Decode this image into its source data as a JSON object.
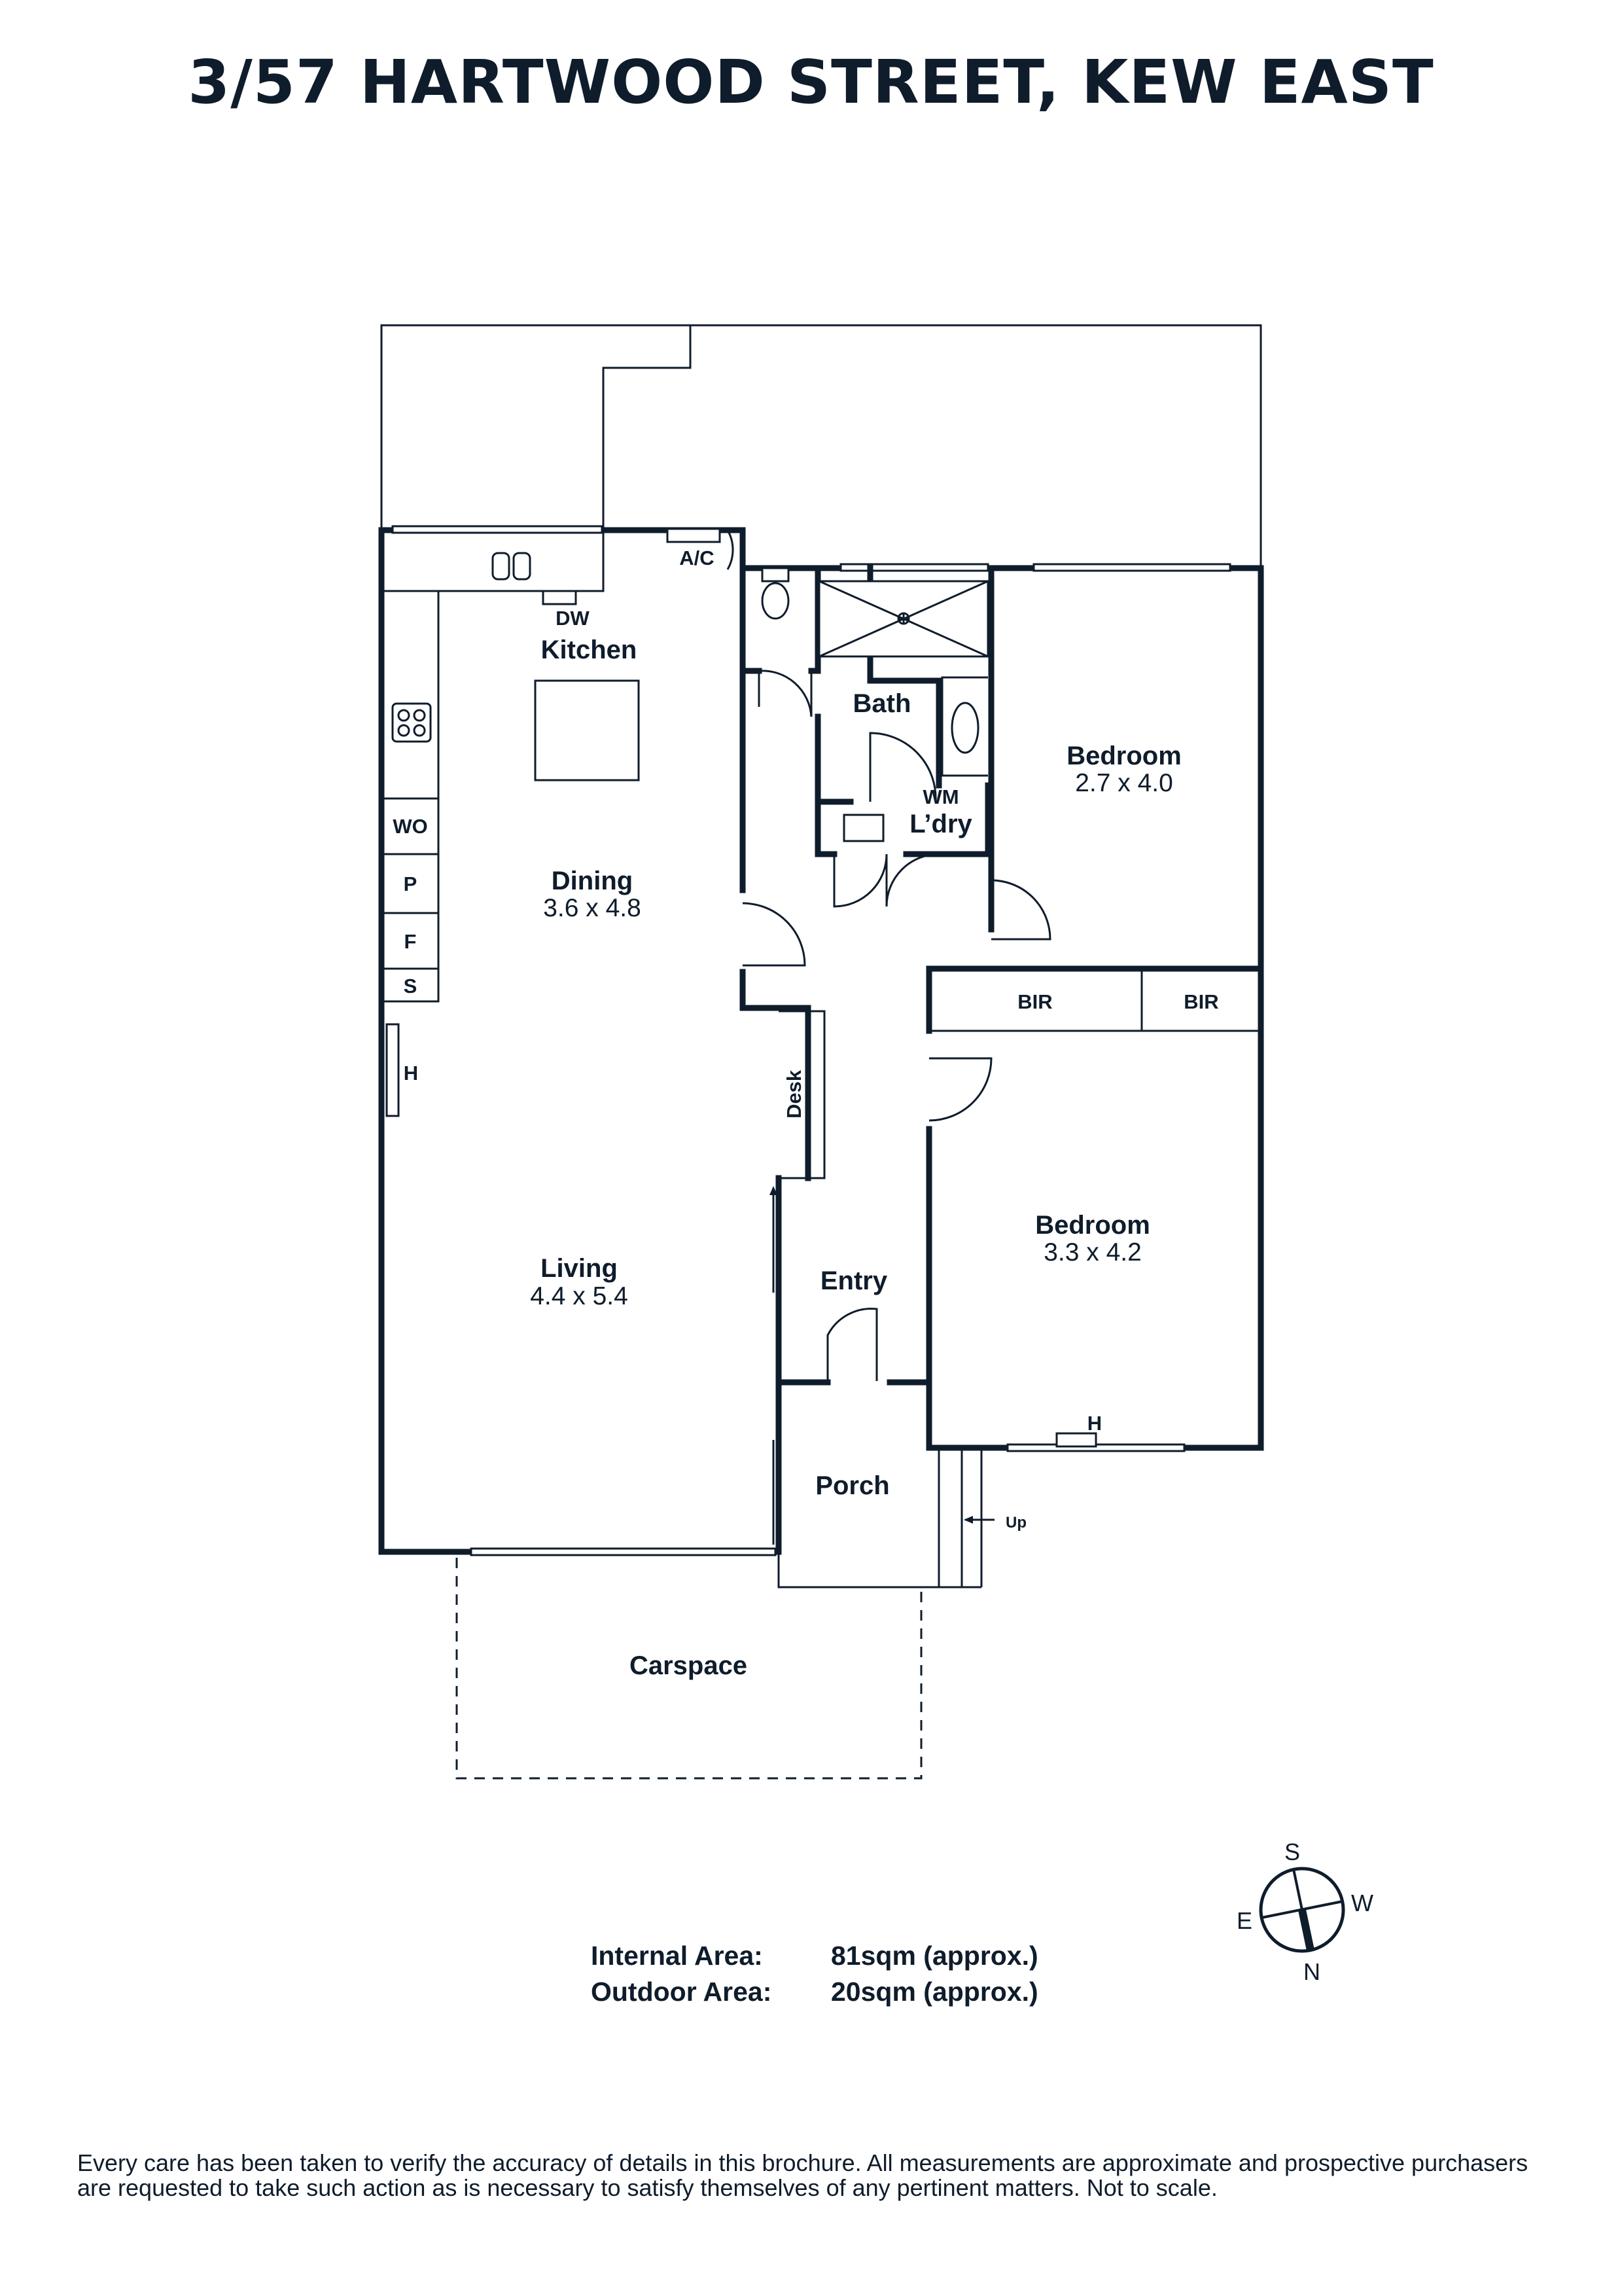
{
  "title": "3/57 HARTWOOD STREET, KEW EAST",
  "rooms": {
    "kitchen": "Kitchen",
    "dining": "Dining",
    "dining_dim": "3.6 x 4.8",
    "living": "Living",
    "living_dim": "4.4 x 5.4",
    "bath": "Bath",
    "laundry": "L’dry",
    "bedroom1": "Bedroom",
    "bedroom1_dim": "2.7 x 4.0",
    "bedroom2": "Bedroom",
    "bedroom2_dim": "3.3 x 4.2",
    "entry": "Entry",
    "porch": "Porch",
    "carspace": "Carspace"
  },
  "fixtures": {
    "ac": "A/C",
    "dw": "DW",
    "wo": "WO",
    "p": "P",
    "f": "F",
    "s": "S",
    "h": "H",
    "wm": "WM",
    "bir": "BIR",
    "desk": "Desk",
    "up": "Up"
  },
  "compass": {
    "s": "S",
    "w": "W",
    "e": "E",
    "n": "N"
  },
  "areas": {
    "internal_label": "Internal Area:",
    "internal_value": "81sqm (approx.)",
    "outdoor_label": "Outdoor Area:",
    "outdoor_value": "20sqm (approx.)"
  },
  "disclaimer": "Every care has been taken to verify the accuracy of details in this brochure. All measurements are approximate and prospective purchasers are requested to take such action as is necessary to satisfy themselves of any pertinent matters. Not to scale."
}
